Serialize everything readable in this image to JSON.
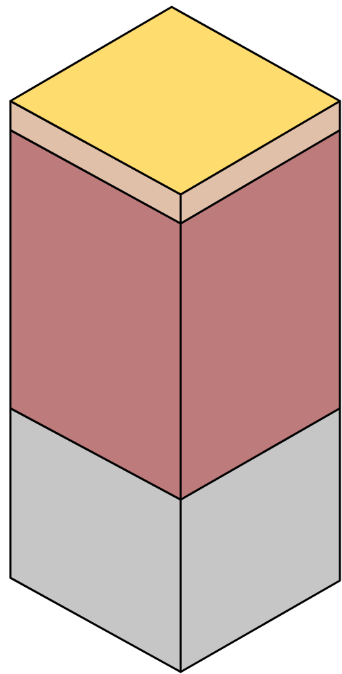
{
  "diagram": {
    "type": "isometric-layered-block",
    "layers": [
      {
        "id": "top-surface",
        "color": "#FFDC6E"
      },
      {
        "id": "thin-band",
        "color": "#E1C0AA"
      },
      {
        "id": "main-layer",
        "color": "#BE7B7B"
      },
      {
        "id": "base-layer",
        "color": "#C6C6C6"
      }
    ],
    "outline_color": "#000000",
    "background": "#FFFFFF"
  }
}
